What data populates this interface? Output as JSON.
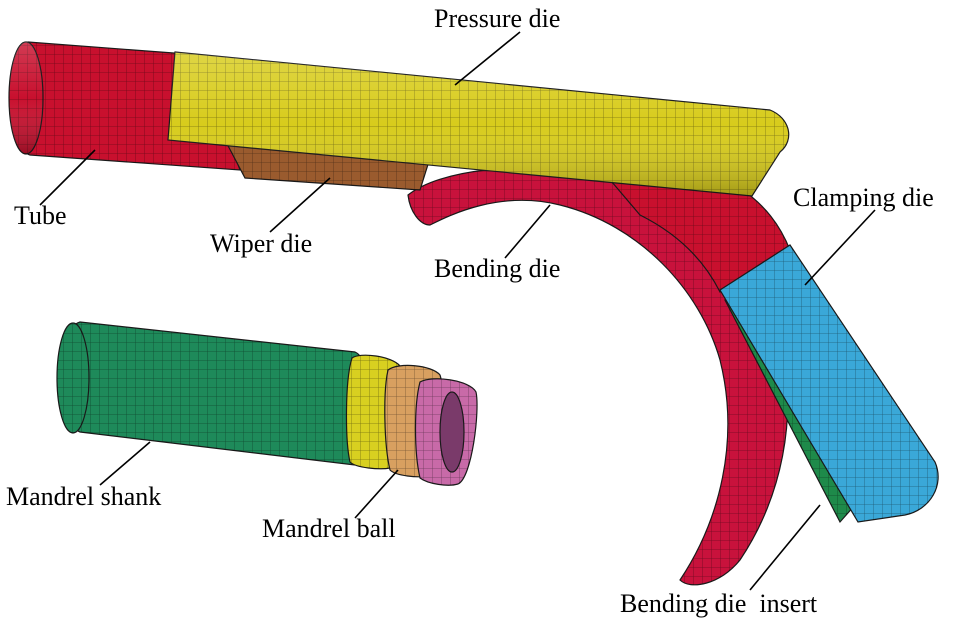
{
  "labels": {
    "pressure_die": "Pressure die",
    "tube": "Tube",
    "wiper_die": "Wiper die",
    "bending_die": "Bending die",
    "clamping_die": "Clamping die",
    "mandrel_shank": "Mandrel shank",
    "mandrel_ball": "Mandrel ball",
    "bending_die_insert": "Bending die  insert"
  },
  "colors": {
    "tube": "#c8102e",
    "pressure_die": "#d8cc1c",
    "wiper_die": "#9a5b2e",
    "bending_die": "#c8123c",
    "clamping_die": "#3aa8d8",
    "bending_die_insert": "#1e8a4a",
    "mandrel_shank": "#1e8a5a",
    "mandrel_ball_1": "#d8d020",
    "mandrel_ball_2": "#d8a060",
    "mandrel_ball_3": "#c86aa8"
  }
}
